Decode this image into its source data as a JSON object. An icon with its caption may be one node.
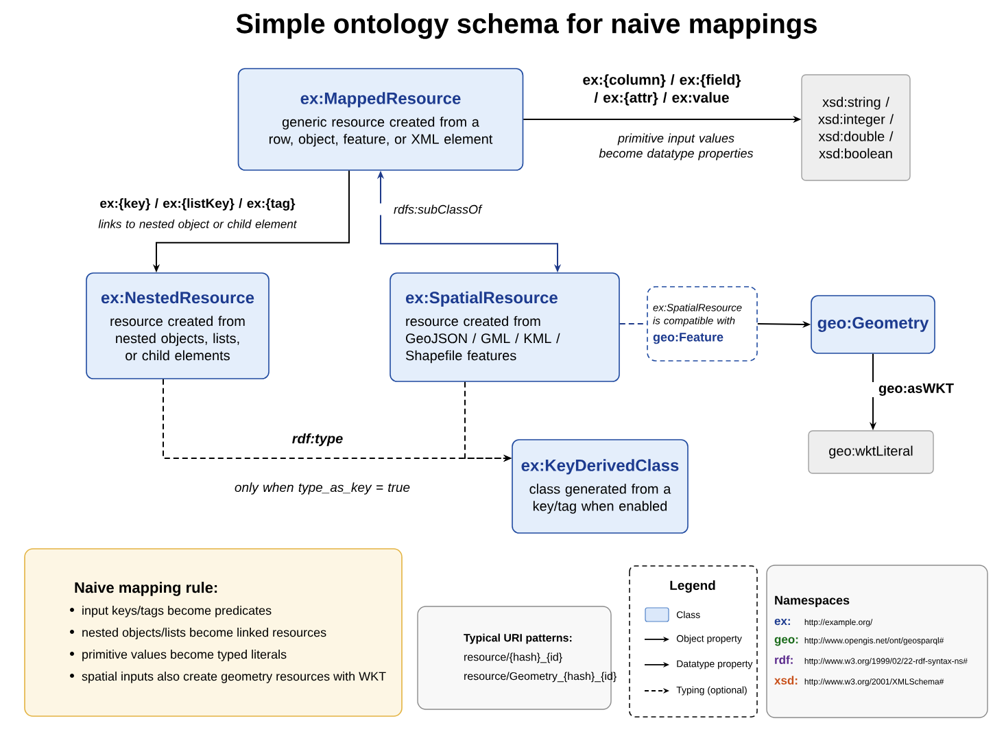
{
  "diagram": {
    "title": "Simple ontology schema for naive mappings",
    "nodes": [
      {
        "text": [
          "ex:MappedResource",
          "generic resource created from a row, object, feature, or XML element"
        ]
      },
      {
        "text": [
          "xsd:string / xsd:integer / xsd:double / xsd:boolean"
        ]
      },
      {
        "text": [
          "ex:NestedResource",
          "resource created from nested objects, lists, or child elements"
        ]
      },
      {
        "text": [
          "ex:SpatialResource",
          "resource created from GeoJSON / GML / KML / Shapefile features"
        ]
      },
      {
        "text": [
          "ex:SpatialResource is compatible with",
          "geo:Feature"
        ]
      },
      {
        "text": [
          "geo:Geometry"
        ]
      },
      {
        "text": [
          "ex:KeyDerivedClass",
          "class generated from a key/tag when enabled"
        ]
      },
      {
        "text": [
          "geo:wktLiteral"
        ]
      },
      {
        "text": [
          "Naive mapping rule:",
          "input keys/tags become predicates",
          "nested objects/lists become linked resources",
          "primitive values become typed literals",
          "spatial inputs also create geometry resources with WKT"
        ]
      },
      {
        "text": [
          "Typical URI patterns:",
          "resource/{hash}_{id}",
          "resource/Geometry_{hash}_{id}"
        ]
      },
      {
        "text": [
          "Namespaces",
          "ex:",
          "http://example.org/",
          "geo:",
          "http://www.opengis.net/ont/geosparql#",
          "rdf:",
          "http://www.w3.org/1999/02/22-rdf-syntax-ns#",
          "xsd:",
          "http://www.w3.org/2001/XMLSchema#"
        ]
      }
    ],
    "edges": [
      {
        "from": 0,
        "to": 1,
        "arrow": "to",
        "label": "ex:{column} / ex:{field} / ex:{attr} / ex:value"
      },
      {
        "from": 0,
        "to": 2,
        "arrow": "to",
        "label": "ex:{key} / ex:{listKey} / ex:{tag}"
      },
      {
        "from": 3,
        "to": 0,
        "arrow": "both",
        "label": "rdfs:subClassOf",
        "color": "#1e3a8a"
      },
      {
        "from": 3,
        "to": 4,
        "arrow": "none",
        "style": "dashed",
        "color": "#1e3a8a"
      },
      {
        "from": 4,
        "to": 5,
        "arrow": "to"
      },
      {
        "from": 5,
        "to": 7,
        "arrow": "to",
        "label": "geo:asWKT"
      },
      {
        "from": 2,
        "to": 6,
        "arrow": "to",
        "label": "rdf:type",
        "style": "dashed"
      },
      {
        "from": 3,
        "to": 6,
        "arrow": "to",
        "style": "dashed"
      }
    ],
    "labels": [
      "links to nested object or child element",
      "primitive input values become datatype properties",
      "only when type_as_key = true",
      "Legend"
    ],
    "legend": [
      {
        "text": "Class",
        "color": "#dbe8fa"
      },
      {
        "text": "Object property"
      },
      {
        "text": "Datatype property"
      },
      {
        "text": "Typing (optional)"
      }
    ]
  }
}
